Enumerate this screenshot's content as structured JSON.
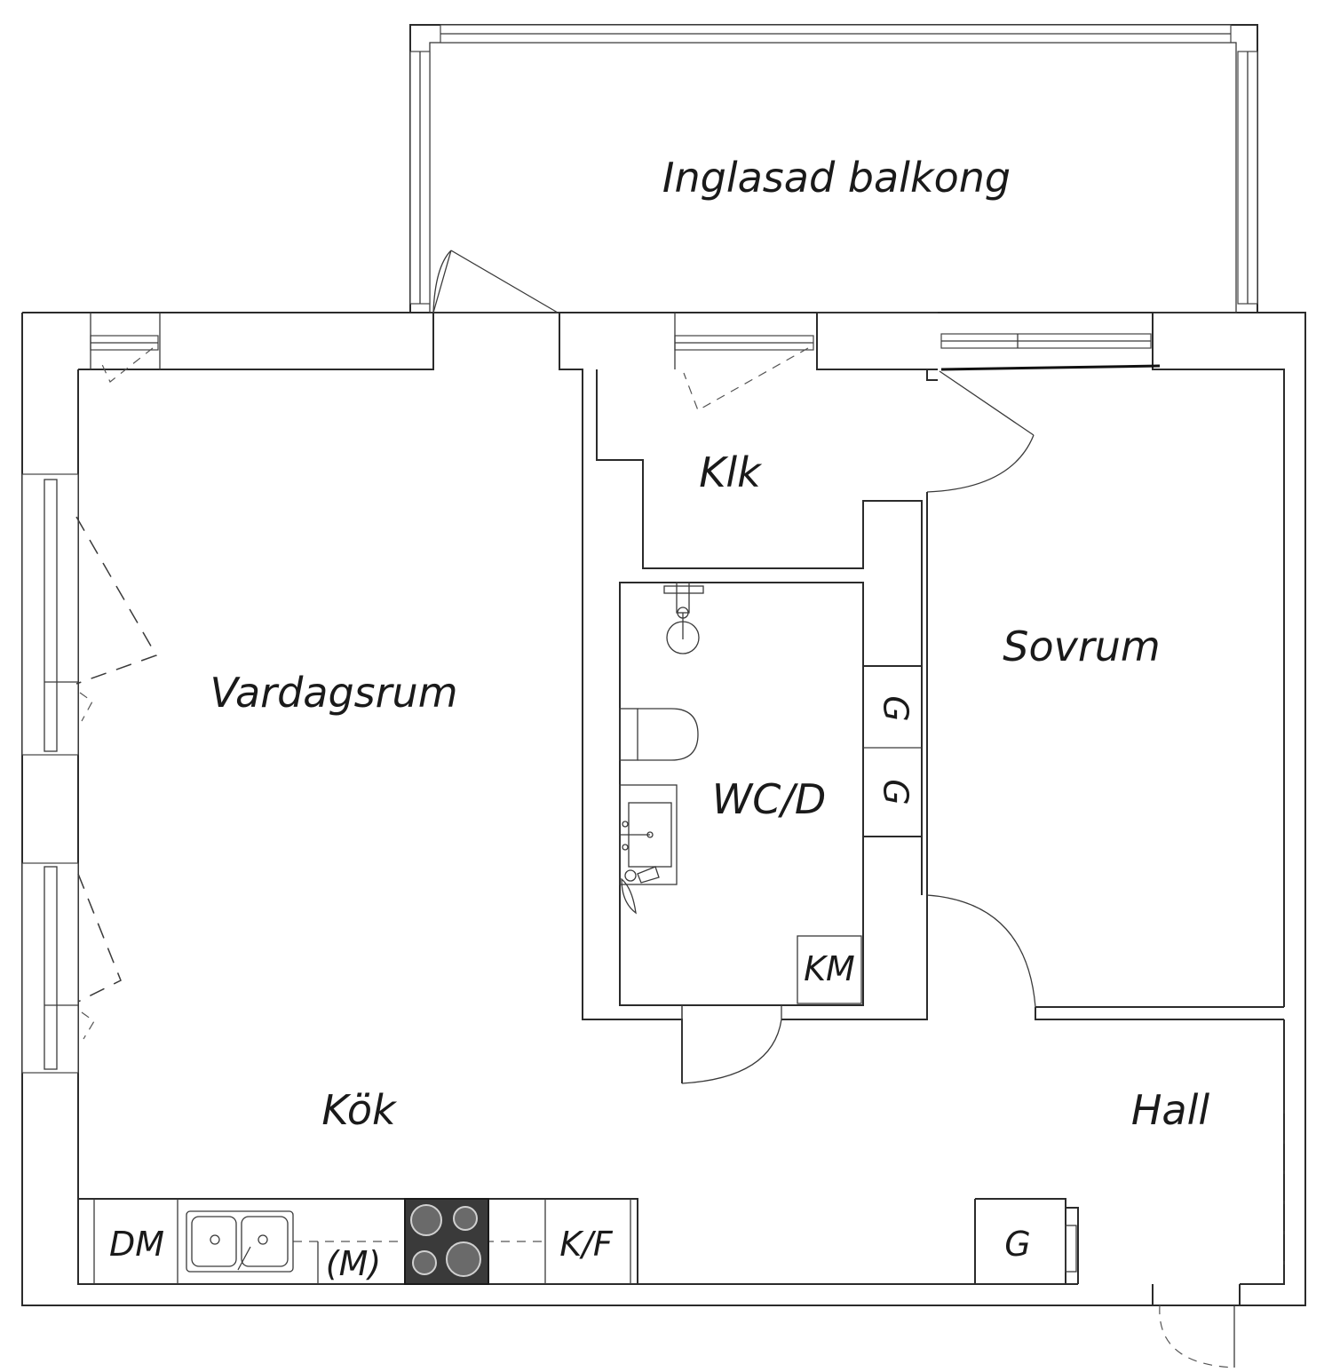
{
  "rooms": {
    "balcony": "Inglasad balkong",
    "living": "Vardagsrum",
    "closet": "Klk",
    "bedroom": "Sovrum",
    "bathroom": "WC/D",
    "kitchen": "Kök",
    "hall": "Hall"
  },
  "fixtures": {
    "dishwasher": "DM",
    "microwave": "(M)",
    "fridge_freezer": "K/F",
    "washing_machine": "KM",
    "wardrobe": "G"
  },
  "icons": {
    "wardrobe_symbol": "G-rotated",
    "stove": "four-burner-hob",
    "sink": "double-sink",
    "toilet": "toilet",
    "shower": "shower-head"
  },
  "colors": {
    "line": "#2b2b2b",
    "stove_fill": "#3a3a3a",
    "background": "#ffffff"
  }
}
